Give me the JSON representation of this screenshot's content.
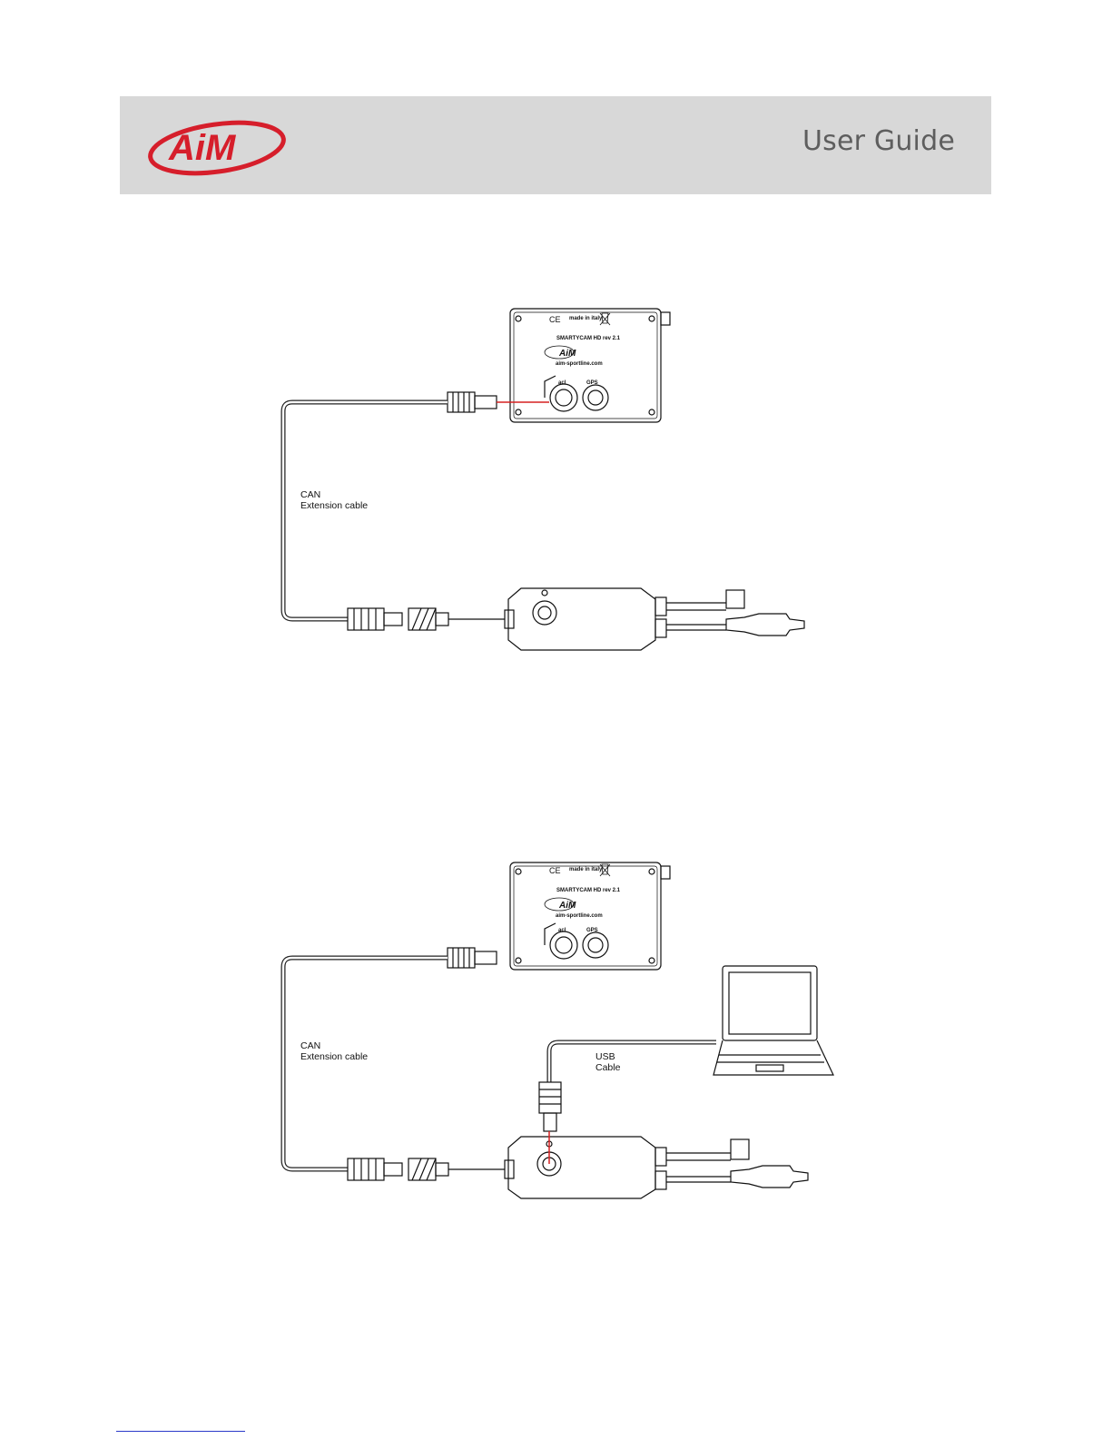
{
  "header": {
    "brand_color": "#d61e2b",
    "logo_text": "AiM",
    "title": "User Guide"
  },
  "device": {
    "made_in": "made in italy",
    "model": "SMARTYCAM HD rev 2.1",
    "website": "aim-sportline.com",
    "port_left": "acl",
    "port_right": "GPS",
    "ce_mark": "CE"
  },
  "diagram1": {
    "can_label_line1": "CAN",
    "can_label_line2": "Extension cable"
  },
  "diagram2": {
    "can_label_line1": "CAN",
    "can_label_line2": "Extension cable",
    "usb_label_line1": "USB",
    "usb_label_line2": "Cable"
  },
  "colors": {
    "header_bg": "#d8d8d8",
    "highlight_line": "#d62020",
    "footer_link": "#2a39c9"
  }
}
